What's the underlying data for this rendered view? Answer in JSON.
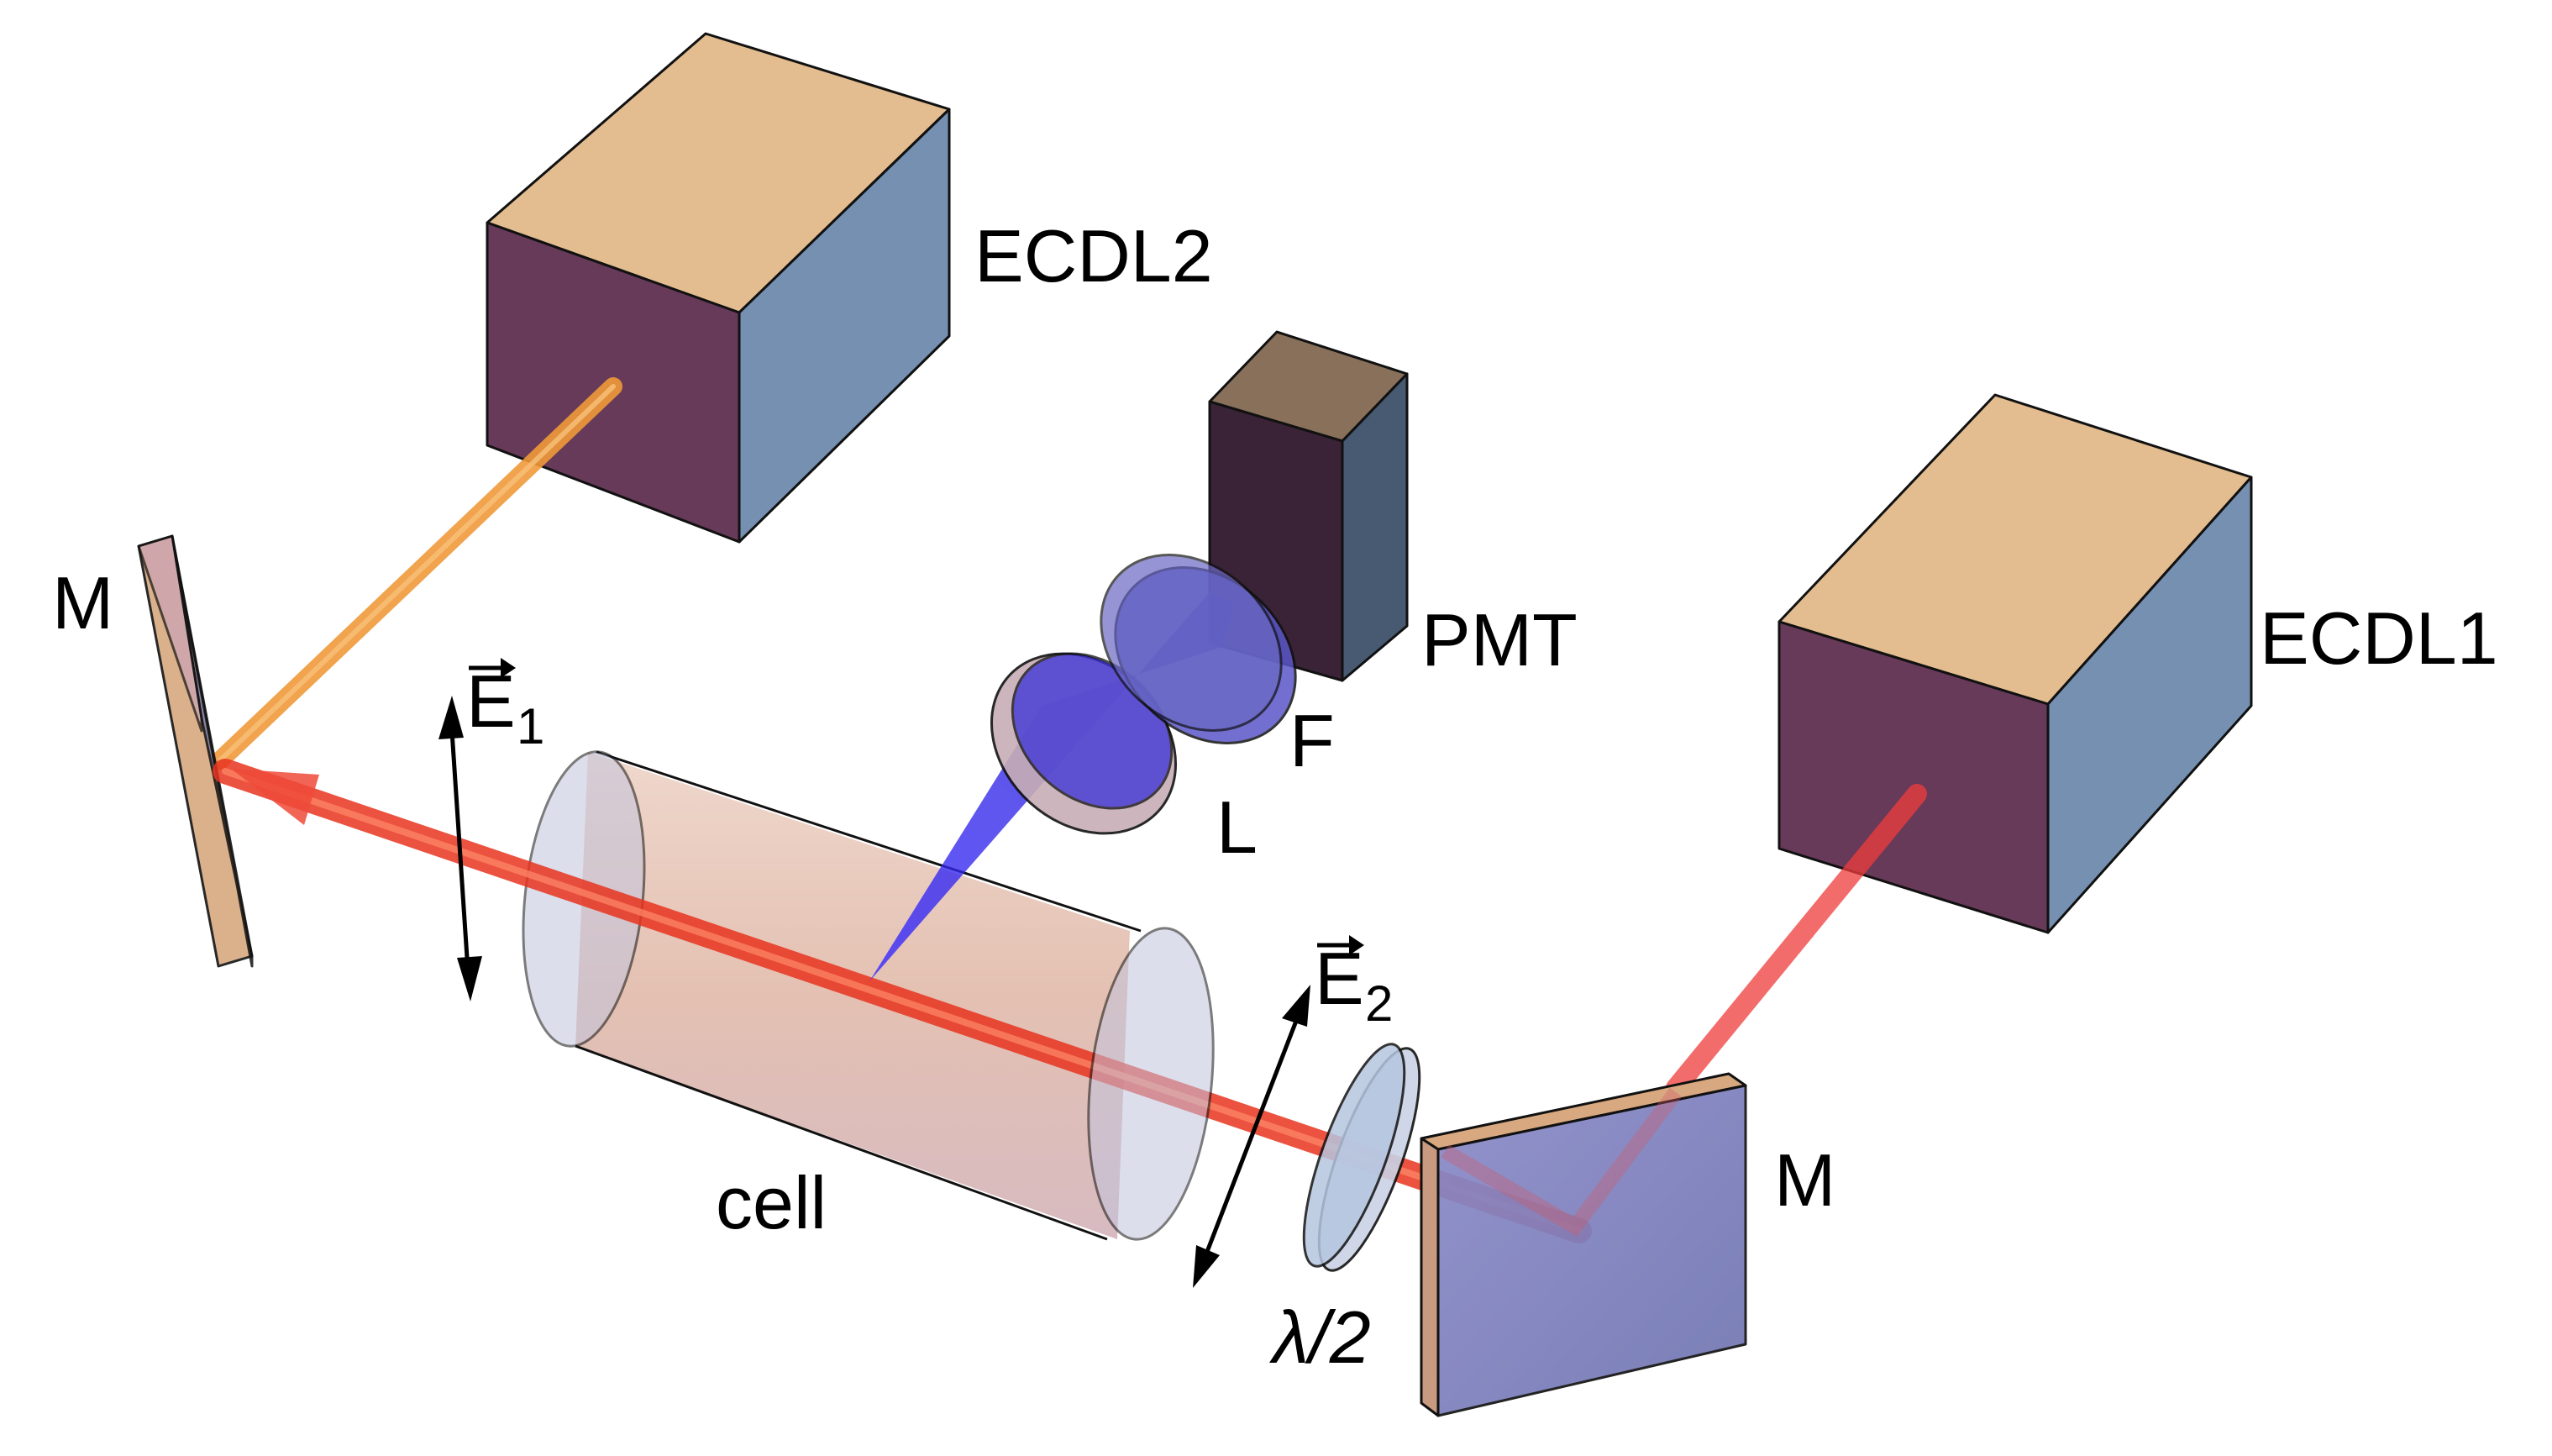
{
  "labels": {
    "laser2": "ECDL2",
    "laser1": "ECDL1",
    "detector": "PMT",
    "filter": "F",
    "lens": "L",
    "cell": "cell",
    "mirror_left": "M",
    "mirror_right": "M",
    "waveplate": "λ/2",
    "field1": {
      "symbol": "E",
      "subscript": "1"
    },
    "field2": {
      "symbol": "E",
      "subscript": "2"
    }
  },
  "colors": {
    "box_top": "#e3bd8f",
    "box_front": "#663a58",
    "box_side": "#7590b1",
    "pmt_top": "#88705a",
    "pmt_front": "#3b2337",
    "pmt_side": "#475a72",
    "beam_laser2": "#f09a3a",
    "beam_laser1": "#f03c3c",
    "beam_main": "#e8341f",
    "fluorescence": "#1a14e6",
    "cell_body": "#dcae9f",
    "cell_window": "#c3c4dd",
    "mirror_face": "#7c80b8",
    "mirror_edge": "#d8a980",
    "waveplate": "#b6c6e0"
  }
}
